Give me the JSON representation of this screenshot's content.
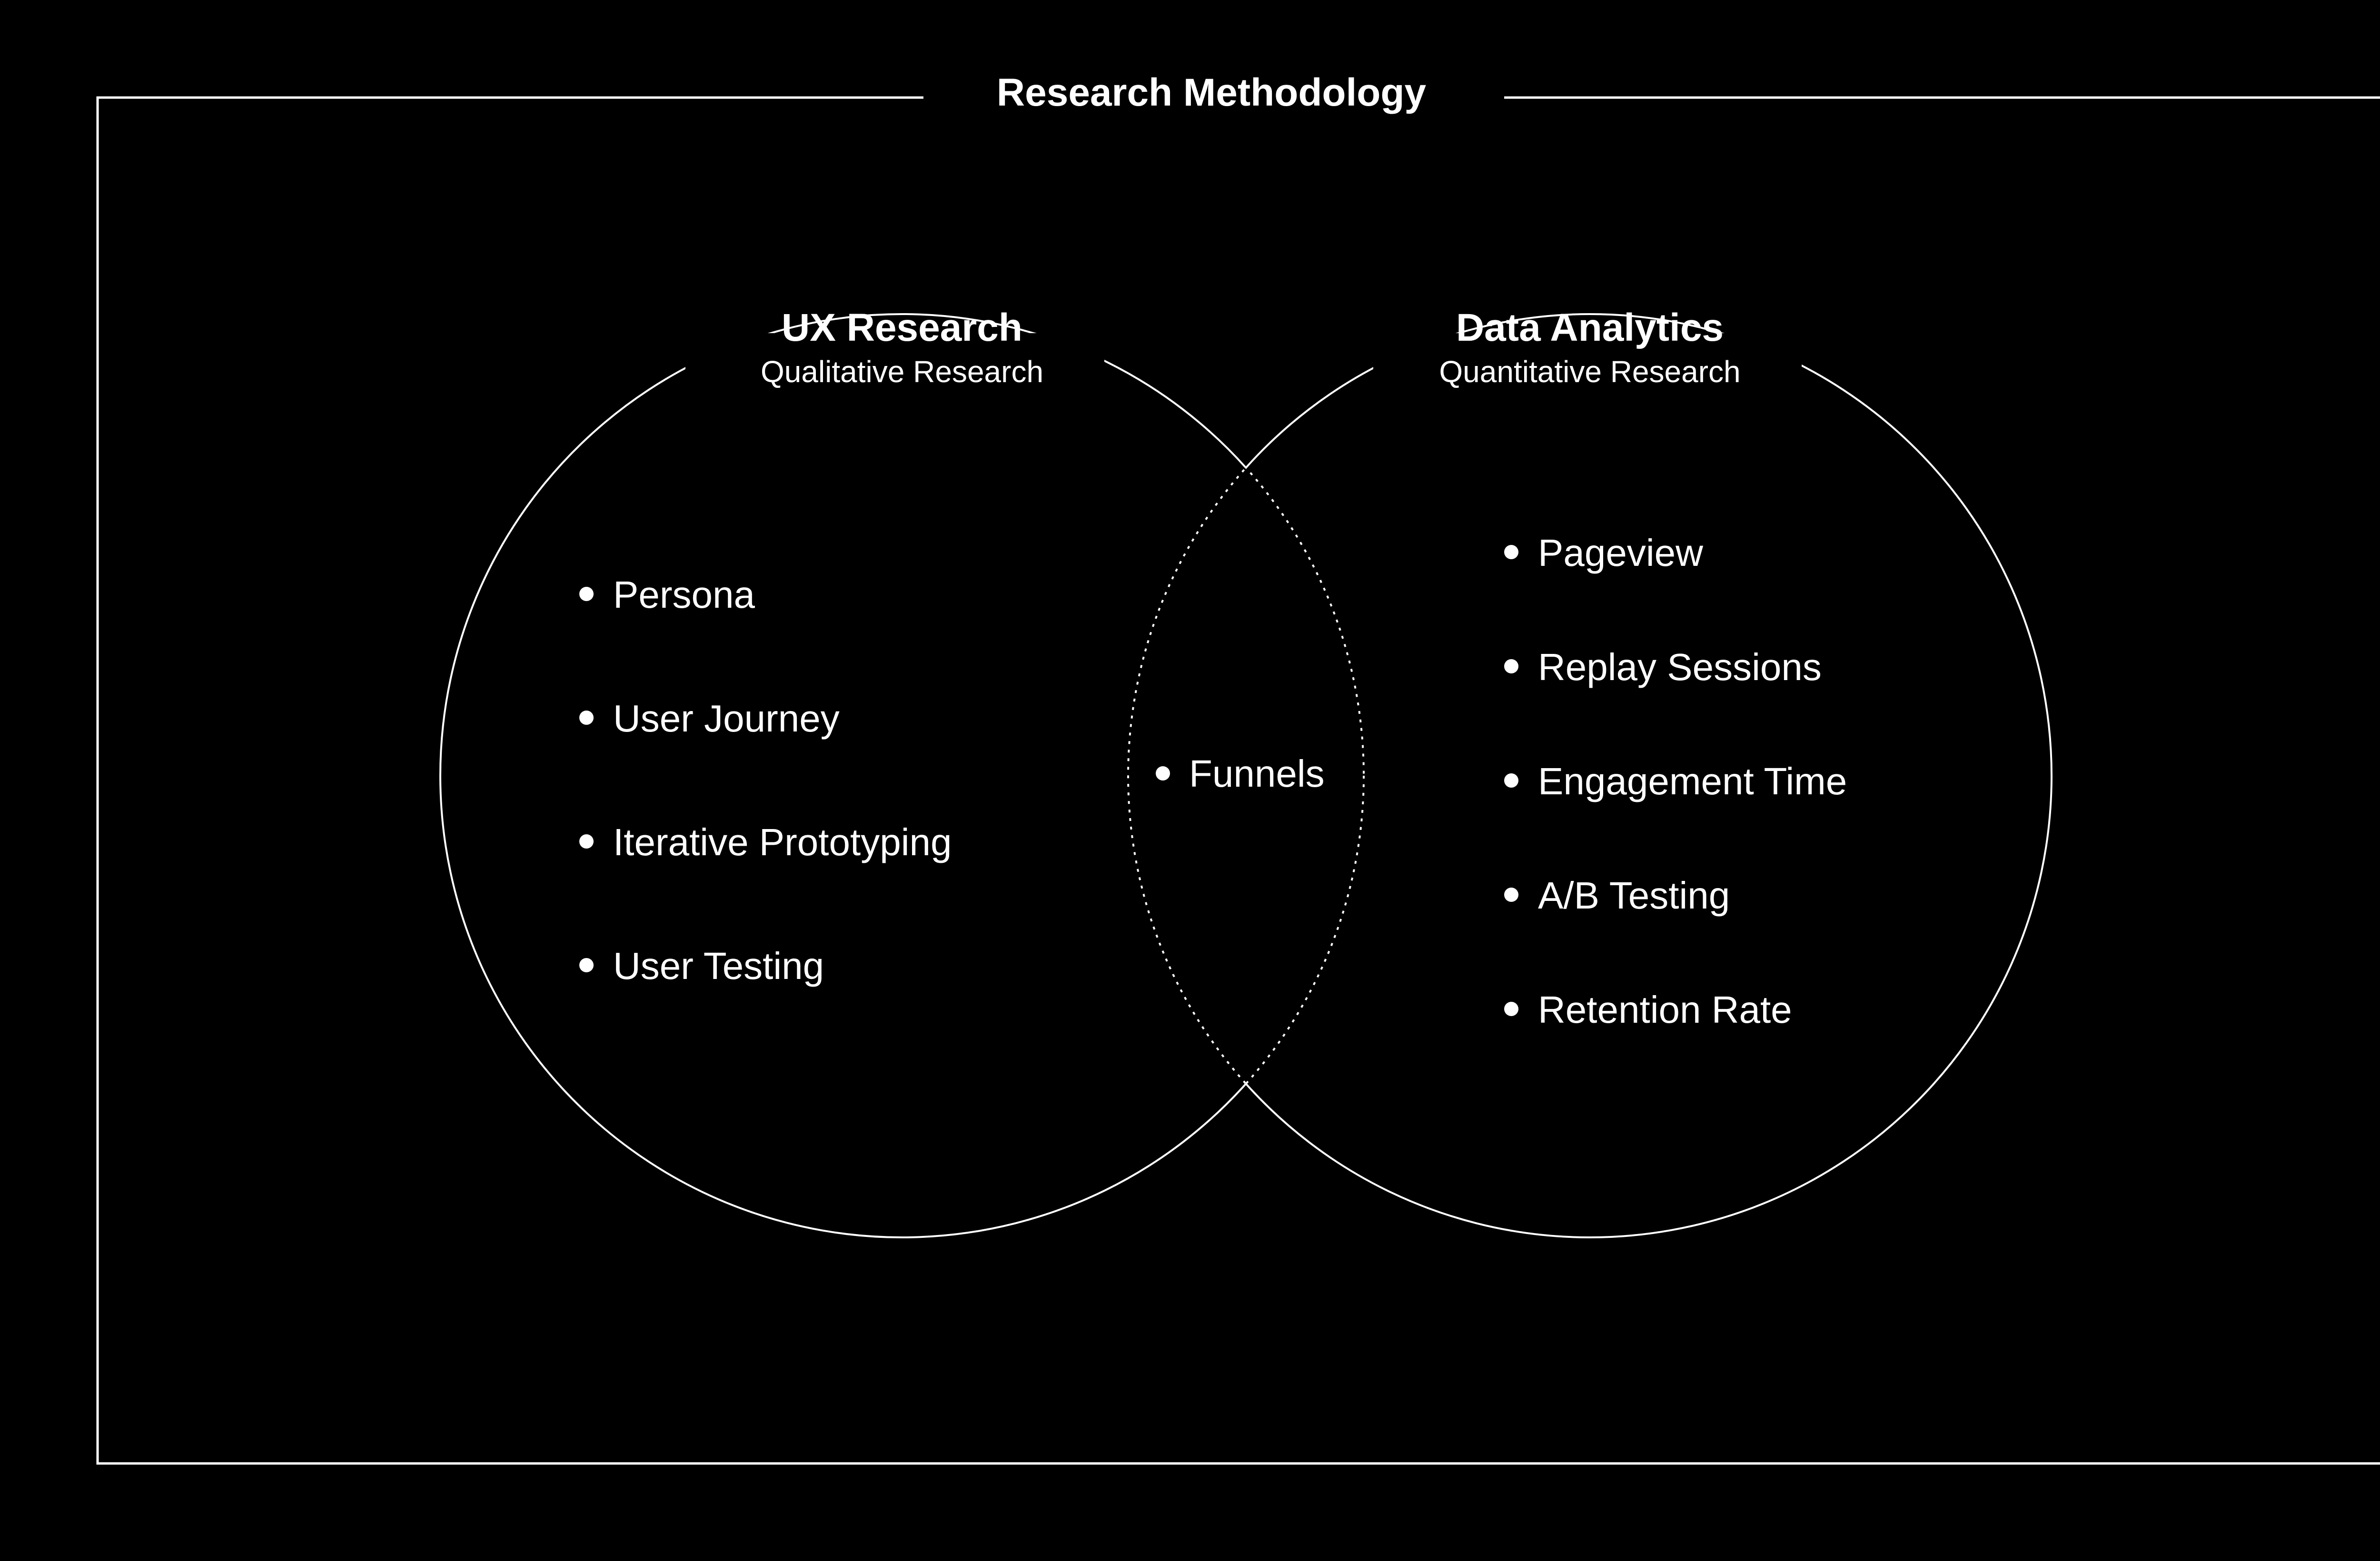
{
  "title": "Research Methodology",
  "colors": {
    "background": "#000000",
    "foreground": "#ffffff"
  },
  "sets": [
    {
      "title": "UX Research",
      "subtitle": "Qualitative Research",
      "items": [
        "Persona",
        "User Journey",
        "Iterative Prototyping",
        "User Testing"
      ]
    },
    {
      "title": "Data Analytics",
      "subtitle": "Quantitative Research",
      "items": [
        "Pageview",
        "Replay Sessions",
        "Engagement Time",
        "A/B Testing",
        "Retention Rate"
      ]
    }
  ],
  "intersection": {
    "items": [
      "Funnels"
    ]
  }
}
